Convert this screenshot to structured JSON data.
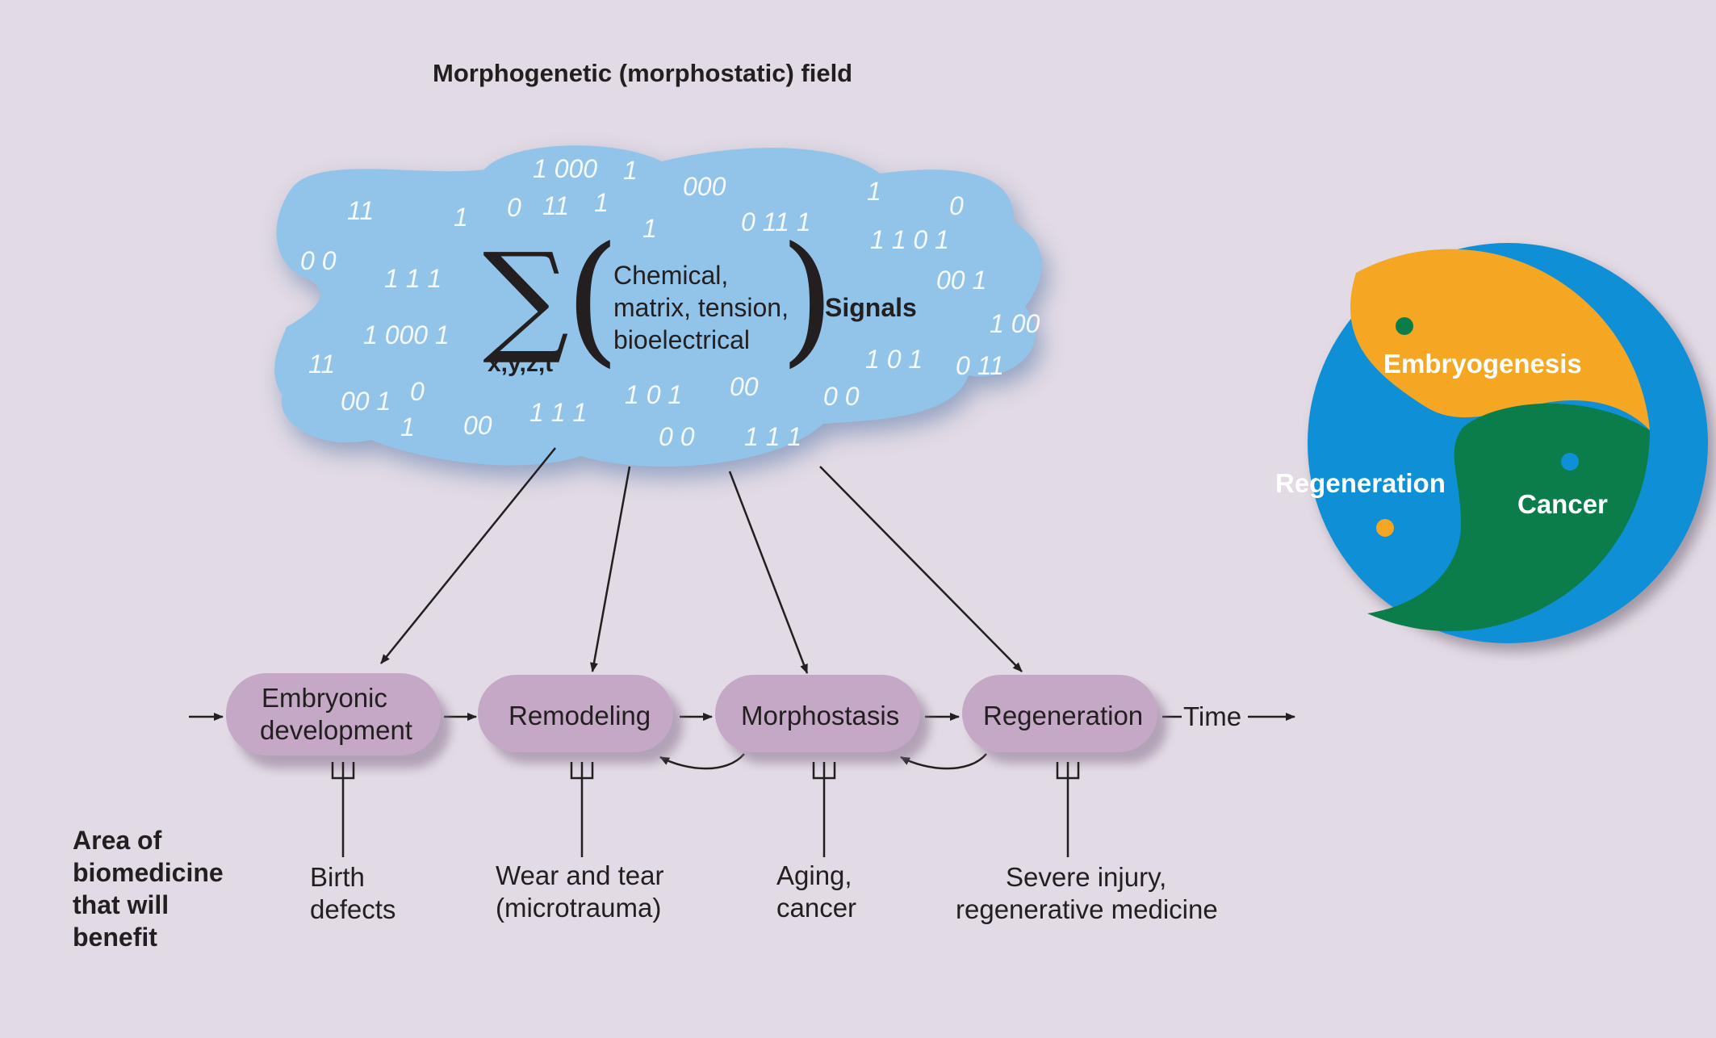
{
  "title": "Morphogenetic (morphostatic) field",
  "cloud": {
    "sum_subscript": "x,y,z,t",
    "signal_lines": [
      "Chemical,",
      "matrix, tension,",
      "bioelectrical"
    ],
    "signals_label": "Signals",
    "binary_digits": [
      "1 000",
      "1",
      "000",
      "11",
      "1",
      "0",
      "11",
      "1",
      "1",
      "0",
      "1",
      "0 11 1",
      "1 1 0 1",
      "0 0",
      "1 1 1",
      "00 1",
      "1 000 1",
      "1 00",
      "11",
      "1 0 1",
      "0 11",
      "00 1",
      "0",
      "1 0 1",
      "00",
      "0 0",
      "1",
      "00",
      "1 1 1",
      "0 0",
      "1 1 1"
    ]
  },
  "stages": [
    {
      "lines": [
        "Embryonic",
        "development"
      ]
    },
    {
      "lines": [
        "Remodeling"
      ]
    },
    {
      "lines": [
        "Morphostasis"
      ]
    },
    {
      "lines": [
        "Regeneration"
      ]
    }
  ],
  "time_label": "Time",
  "area_heading": [
    "Area of",
    "biomedicine",
    "that will",
    "benefit"
  ],
  "areas": [
    {
      "lines": [
        "Birth",
        "defects"
      ]
    },
    {
      "lines": [
        "Wear and tear",
        "(microtrauma)"
      ]
    },
    {
      "lines": [
        "Aging,",
        "cancer"
      ]
    },
    {
      "lines": [
        "Severe injury,",
        "regenerative medicine"
      ]
    }
  ],
  "yin_yang": {
    "embryogenesis": "Embryogenesis",
    "regeneration": "Regeneration",
    "cancer": "Cancer",
    "colors": {
      "orange": "#f5a623",
      "blue": "#0e8fd6",
      "green": "#0b7d4a"
    }
  }
}
